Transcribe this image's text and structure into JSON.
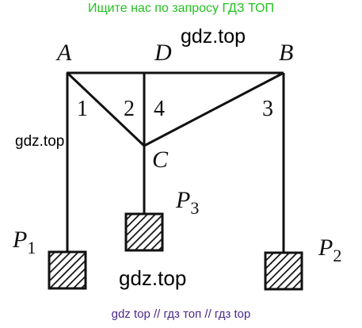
{
  "header": {
    "banner": "Ищите нас по запросу ГДЗ ТОП"
  },
  "watermarks": [
    "gdz.top",
    "gdz.top",
    "gdz.top"
  ],
  "footer": {
    "text": "gdz top  //  гдз топ  //  гдз top"
  },
  "diagram": {
    "points": {
      "A": "A",
      "B": "B",
      "C": "C",
      "D": "D"
    },
    "rods": [
      "1",
      "2",
      "4",
      "3"
    ],
    "weights": {
      "P1": {
        "letter": "P",
        "index": "1"
      },
      "P2": {
        "letter": "P",
        "index": "2"
      },
      "P3": {
        "letter": "P",
        "index": "3"
      }
    }
  }
}
